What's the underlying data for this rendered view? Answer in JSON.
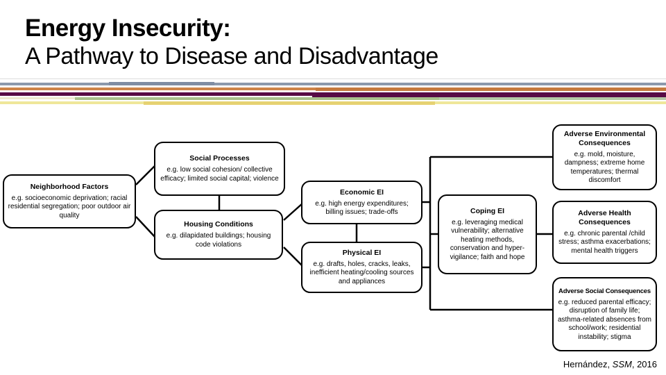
{
  "slide": {
    "title_line1": "Energy Insecurity:",
    "title_line2": "A Pathway to Disease and Disadvantage",
    "citation": {
      "author": "Hernández, ",
      "journal": "SSM",
      "year": ", 2016"
    }
  },
  "colors": {
    "title_text": "#000000",
    "box_border": "#000000",
    "background": "#FFFFFF",
    "stripe_slate": "#8C99AC",
    "stripe_orange": "#CE8449",
    "stripe_purple": "#570B45",
    "stripe_green": "#A9C08C",
    "stripe_yellow": "#E9D87D"
  },
  "diagram": {
    "boxes": [
      {
        "key": "neighborhood-factors",
        "title": "Neighborhood Factors",
        "body": "e.g. socioeconomic deprivation; racial residential segregation; poor outdoor air quality"
      },
      {
        "key": "social-processes",
        "title": "Social Processes",
        "body": "e.g. low social cohesion/ collective efficacy; limited social capital; violence"
      },
      {
        "key": "housing-conditions",
        "title": "Housing Conditions",
        "body": "e.g. dilapidated buildings; housing code violations"
      },
      {
        "key": "economic-ei",
        "title": "Economic EI",
        "body": "e.g. high energy expenditures; billing issues; trade-offs"
      },
      {
        "key": "physical-ei",
        "title": "Physical EI",
        "body": "e.g. drafts, holes, cracks, leaks, inefficient heating/cooling sources and appliances"
      },
      {
        "key": "coping-ei",
        "title": "Coping EI",
        "body": "e.g. leveraging medical vulnerability; alternative heating methods, conservation and hyper-vigilance; faith and hope"
      },
      {
        "key": "adverse-environmental-consequences",
        "title": "Adverse Environmental Consequences",
        "body": "e.g. mold, moisture, dampness; extreme home temperatures; thermal discomfort"
      },
      {
        "key": "adverse-health-consequences",
        "title": "Adverse Health Consequences",
        "body": "e.g. chronic parental /child stress; asthma exacerbations; mental health triggers"
      },
      {
        "key": "adverse-social-consequences",
        "title": "Adverse Social Consequences",
        "body": "e.g. reduced parental efficacy; disruption of family life; asthma-related absences from school/work; residential instability; stigma"
      }
    ]
  }
}
